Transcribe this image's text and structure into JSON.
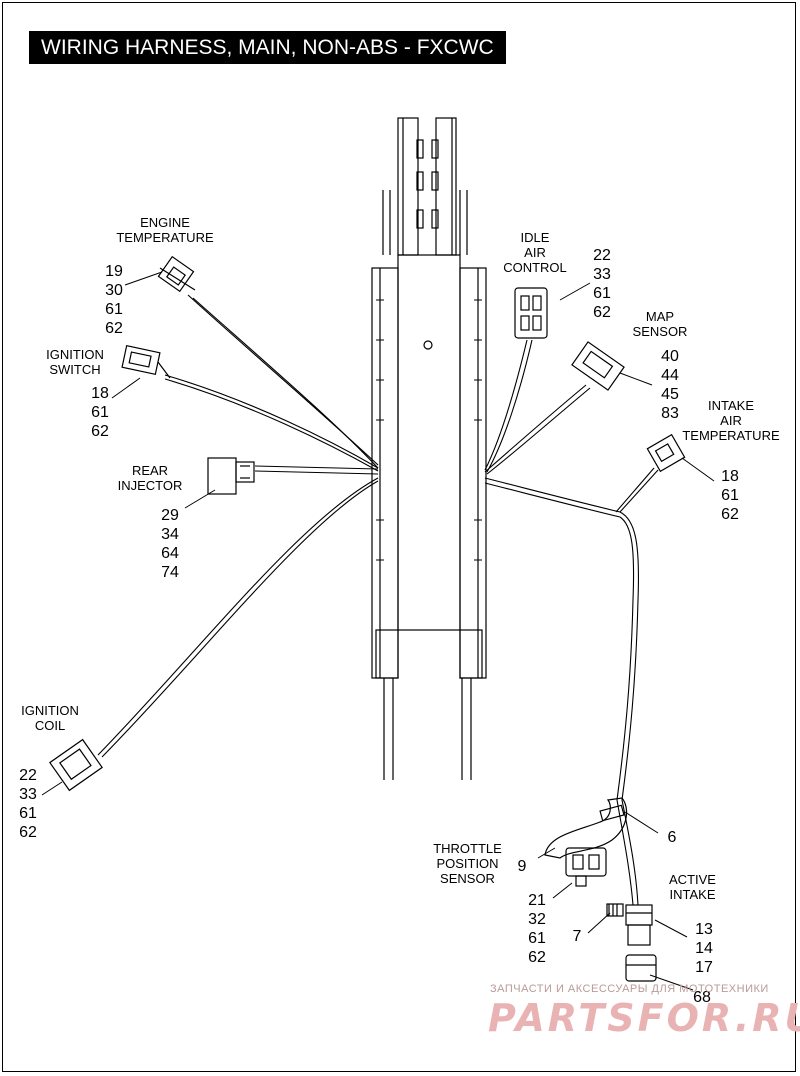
{
  "title": "WIRING HARNESS, MAIN, NON-ABS - FXCWC",
  "components": {
    "engine_temperature": {
      "label": [
        "ENGINE",
        "TEMPERATURE"
      ],
      "parts": [
        "19",
        "30",
        "61",
        "62"
      ]
    },
    "ignition_switch": {
      "label": [
        "IGNITION",
        "SWITCH"
      ],
      "parts": [
        "18",
        "61",
        "62"
      ]
    },
    "rear_injector": {
      "label": [
        "REAR",
        "INJECTOR"
      ],
      "parts": [
        "29",
        "34",
        "64",
        "74"
      ]
    },
    "ignition_coil": {
      "label": [
        "IGNITION",
        "COIL"
      ],
      "parts": [
        "22",
        "33",
        "61",
        "62"
      ]
    },
    "idle_air_control": {
      "label": [
        "IDLE",
        "AIR",
        "CONTROL"
      ],
      "parts": [
        "22",
        "33",
        "61",
        "62"
      ]
    },
    "map_sensor": {
      "label": [
        "MAP",
        "SENSOR"
      ],
      "parts": [
        "40",
        "44",
        "45",
        "83"
      ]
    },
    "intake_air_temperature": {
      "label": [
        "INTAKE",
        "AIR",
        "TEMPERATURE"
      ],
      "parts": [
        "18",
        "61",
        "62"
      ]
    },
    "throttle_position_sensor": {
      "label": [
        "THROTTLE",
        "POSITION",
        "SENSOR"
      ],
      "parts": [
        "21",
        "32",
        "61",
        "62"
      ],
      "bracket_part": "9"
    },
    "active_intake": {
      "label": [
        "ACTIVE",
        "INTAKE"
      ],
      "parts": [
        "13",
        "14",
        "17"
      ]
    }
  },
  "callouts": {
    "clip": "6",
    "screw": "7",
    "cap": "68"
  },
  "watermark": {
    "small": "ЗАПЧАСТИ И АКСЕССУАРЫ ДЛЯ МОТОТЕХНИКИ",
    "big": "PARTSFOR.RU"
  },
  "colors": {
    "line": "#000000",
    "title_bg": "#000000",
    "title_fg": "#ffffff",
    "watermark": "#e9b3b3"
  }
}
